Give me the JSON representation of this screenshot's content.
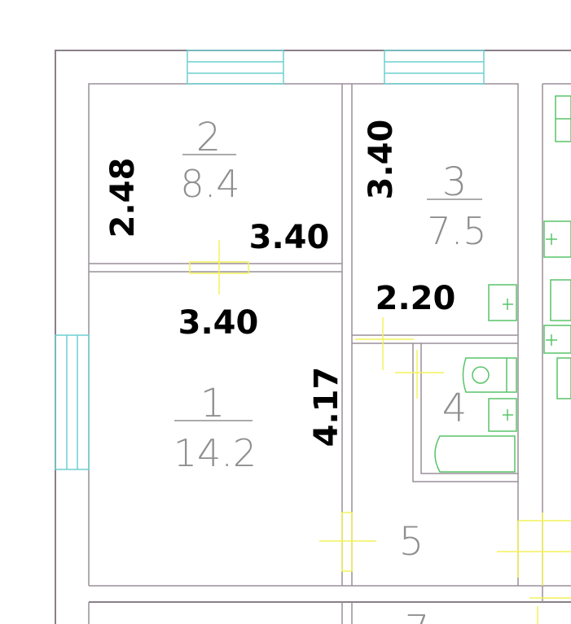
{
  "colors": {
    "wall": "#8a7f88",
    "window": "#6fcfcf",
    "door": "#f2f25a",
    "fixture": "#59c469",
    "room_label": "#8f8f8f",
    "dimension": "#000000"
  },
  "rooms": [
    {
      "number": "1",
      "area": "14.2"
    },
    {
      "number": "2",
      "area": "8.4"
    },
    {
      "number": "3",
      "area": "7.5"
    },
    {
      "number": "4"
    },
    {
      "number": "5"
    },
    {
      "number": "7"
    }
  ],
  "dimensions": {
    "room2_height": "2.48",
    "room2_width": "3.40",
    "room3_height": "3.40",
    "room3_width": "2.20",
    "room1_width": "3.40",
    "room1_height": "4.17"
  }
}
